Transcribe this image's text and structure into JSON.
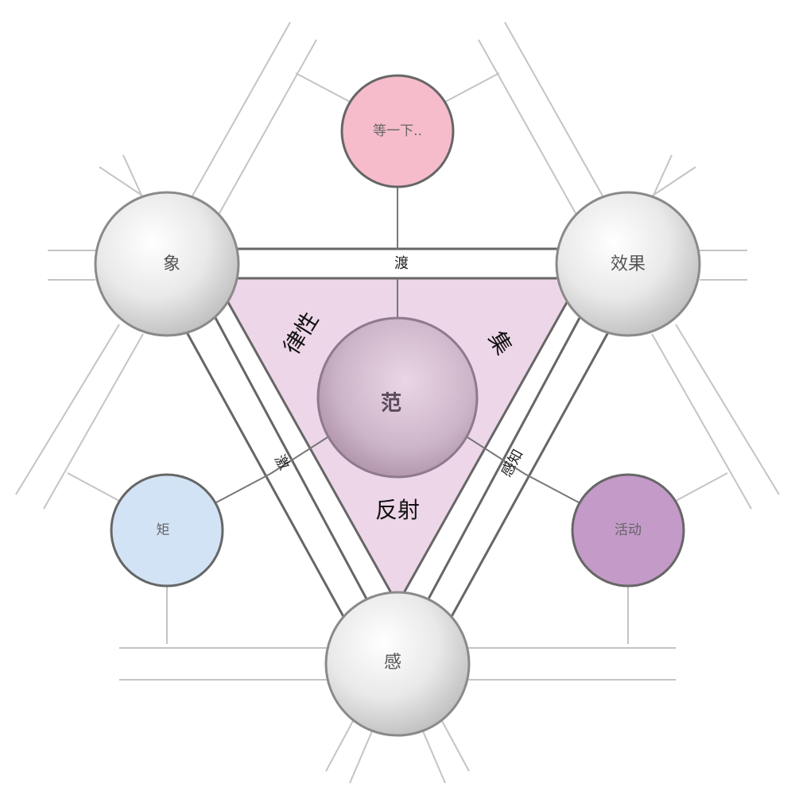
{
  "diagram": {
    "center": {
      "label": "范"
    },
    "nodes": {
      "top_left": {
        "label": "象"
      },
      "top_right": {
        "label": "效果"
      },
      "bottom": {
        "label": "感"
      },
      "top": {
        "label": "等一下.."
      },
      "left": {
        "label": "矩"
      },
      "right": {
        "label": "活动"
      }
    },
    "edges": {
      "top": {
        "label": "渡"
      },
      "left": {
        "label": "激"
      },
      "right": {
        "label": "感知"
      }
    },
    "zones": {
      "upper_left": {
        "label": "律性"
      },
      "upper_right": {
        "label": "集"
      },
      "bottom": {
        "label": "反射"
      }
    },
    "colors": {
      "triangle_fill": "#edd6e8",
      "pink_node": "#f6bccb",
      "blue_node": "#d3e3f6",
      "purple_node": "#c39ac8",
      "stroke": "#666666"
    }
  }
}
